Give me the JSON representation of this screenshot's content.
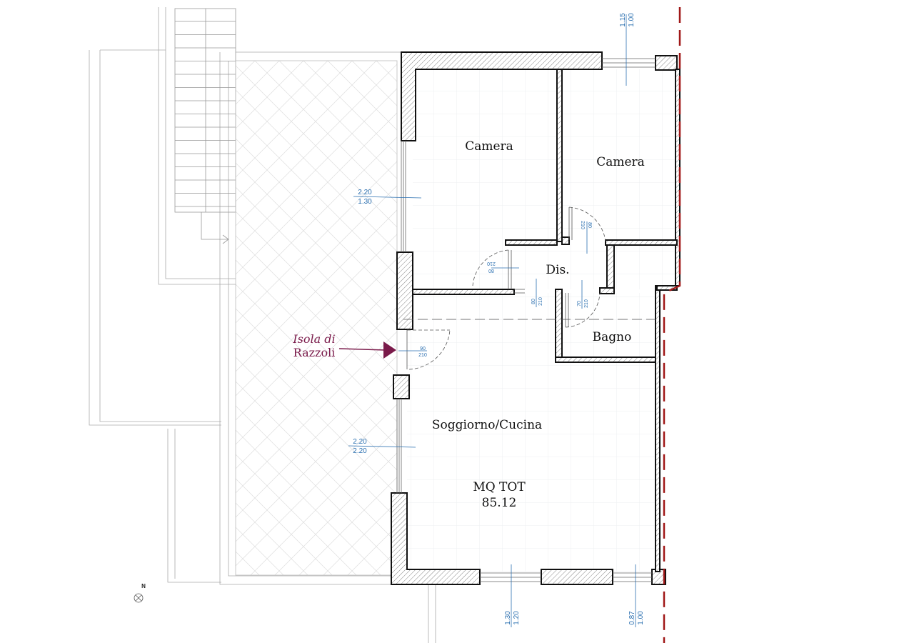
{
  "rooms": {
    "camera_1": "Camera",
    "camera_2": "Camera",
    "dis": "Dis.",
    "bagno": "Bagno",
    "soggiorno": "Soggiorno/Cucina",
    "mq_label": "MQ TOT",
    "mq_value": "85.12"
  },
  "annotation": {
    "line1": "Isola di",
    "line2": "Razzoli",
    "color": "#7a1a4a"
  },
  "north": "N",
  "windows": [
    {
      "top": "2.20",
      "bottom": "1.30"
    },
    {
      "top": "2.20",
      "bottom": "2.20"
    },
    {
      "top": "1.15",
      "bottom": "1.00"
    },
    {
      "top": "1.30",
      "bottom": "1.20"
    },
    {
      "top": "0.87",
      "bottom": "1.00"
    }
  ],
  "doors": [
    {
      "top": "80",
      "bottom": "210"
    },
    {
      "top": "80",
      "bottom": "210"
    },
    {
      "top": "80",
      "bottom": "210"
    },
    {
      "top": "70",
      "bottom": "210"
    },
    {
      "top": "90",
      "bottom": "210"
    }
  ],
  "colors": {
    "dimension": "#2a6fb0",
    "boundary": "#a01818",
    "wall": "#111111"
  }
}
